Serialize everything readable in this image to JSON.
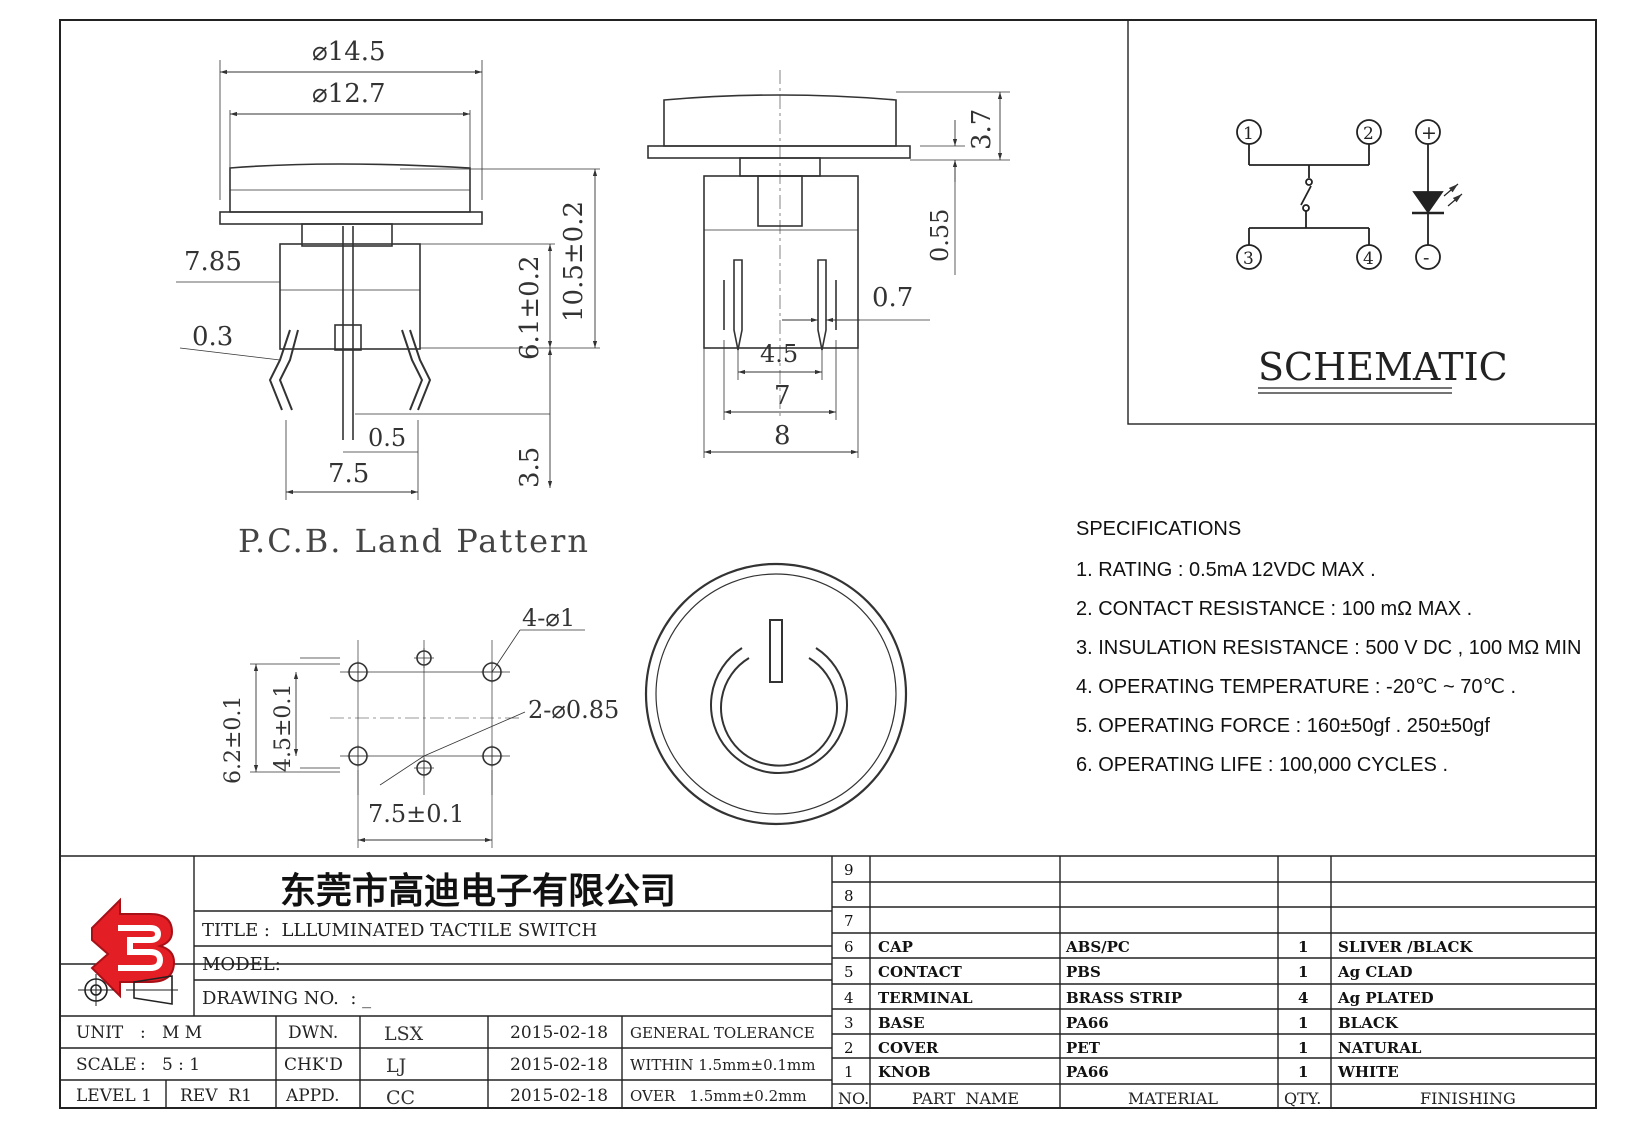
{
  "drawing": {
    "dims": {
      "d145": "⌀14.5",
      "d127": "⌀12.7",
      "d785": "7.85",
      "d03": "0.3",
      "d61": "6.1±0.2",
      "d105": "10.5±0.2",
      "d05": "0.5",
      "d75": "7.5",
      "d35": "3.5",
      "d37": "3.7",
      "d055": "0.55",
      "d07": "0.7",
      "d45": "4.5",
      "d7": "7",
      "d8": "8",
      "pcb_4d1": "4-⌀1",
      "pcb_2d085": "2-⌀0.85",
      "pcb_62": "6.2±0.1",
      "pcb_45": "4.5±0.1",
      "pcb_75": "7.5±0.1"
    },
    "pcb_title": "P.C.B. Land Pattern",
    "schematic_title": "SCHEMATIC",
    "pin_labels": [
      "1",
      "2",
      "3",
      "4",
      "+",
      "-"
    ]
  },
  "specs": {
    "heading": "SPECIFICATIONS",
    "lines": [
      "1. RATING : 0.5mA 12VDC MAX .",
      "2. CONTACT RESISTANCE : 100 mΩ MAX .",
      "3. INSULATION RESISTANCE : 500 V DC , 100 MΩ MIN",
      "4. OPERATING TEMPERATURE : -20℃ ~ 70℃ .",
      "5. OPERATING FORCE : 160±50gf . 250±50gf",
      "6. OPERATING LIFE : 100,000 CYCLES ."
    ]
  },
  "title_block": {
    "company": "东莞市高迪电子有限公司",
    "title": "TITLE :  LLLUMINATED TACTILE SWITCH",
    "model": "MODEL:",
    "drawing_no": "DRAWING NO.  : _",
    "unit_label": "UNIT",
    "unit_value": ":   M M",
    "scale_label": "SCALE",
    "scale_value": ":   5 : 1",
    "level": "LEVEL 1",
    "rev": "REV  R1",
    "dwn": "DWN.",
    "chkd": "CHK'D",
    "appd": "APPD.",
    "dwn_name": "LSX",
    "chkd_name": "LJ",
    "appd_name": "CC",
    "dwn_date": "2015-02-18",
    "chkd_date": "2015-02-18",
    "appd_date": "2015-02-18",
    "tol_1": "GENERAL TOLERANCE",
    "tol_2": "WITHIN 1.5mm±0.1mm",
    "tol_3": "OVER   1.5mm±0.2mm"
  },
  "bom": {
    "headers": {
      "no": "NO.",
      "part": "PART  NAME",
      "material": "MATERIAL",
      "qty": "QTY.",
      "finishing": "FINISHING"
    },
    "rows": [
      {
        "no": "9",
        "part": "",
        "material": "",
        "qty": "",
        "finishing": ""
      },
      {
        "no": "8",
        "part": "",
        "material": "",
        "qty": "",
        "finishing": ""
      },
      {
        "no": "7",
        "part": "",
        "material": "",
        "qty": "",
        "finishing": ""
      },
      {
        "no": "6",
        "part": "CAP",
        "material": "ABS/PC",
        "qty": "1",
        "finishing": "SLIVER /BLACK"
      },
      {
        "no": "5",
        "part": "CONTACT",
        "material": "PBS",
        "qty": "1",
        "finishing": "Ag CLAD"
      },
      {
        "no": "4",
        "part": "TERMINAL",
        "material": "BRASS STRIP",
        "qty": "4",
        "finishing": "Ag PLATED"
      },
      {
        "no": "3",
        "part": "BASE",
        "material": "PA66",
        "qty": "1",
        "finishing": "BLACK"
      },
      {
        "no": "2",
        "part": "COVER",
        "material": "PET",
        "qty": "1",
        "finishing": "NATURAL"
      },
      {
        "no": "1",
        "part": "KNOB",
        "material": "PA66",
        "qty": "1",
        "finishing": "WHITE"
      }
    ]
  }
}
